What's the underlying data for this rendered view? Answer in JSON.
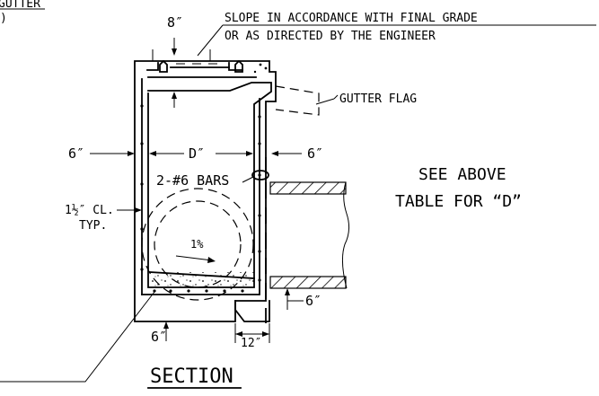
{
  "labels": {
    "top_left_fragment_1": "GUTTER",
    "top_left_fragment_2": ")",
    "dim_top": "8″",
    "slope_line1": "SLOPE IN ACCORDANCE WITH FINAL GRADE",
    "slope_line2": "OR AS DIRECTED BY THE ENGINEER",
    "gutter_flag": "GUTTER FLAG",
    "dim_left_wall": "6″",
    "dim_d": "D″",
    "dim_right_wall": "6″",
    "bars": "2-#6 BARS",
    "clear_cover_line1": "1½″ CL.",
    "clear_cover_line2": "TYP.",
    "slope_percent": "1%",
    "dim_bottom_left": "6″",
    "dim_bottom_step": "12″",
    "dim_pipe_drop": "6″",
    "note_line1": "SEE ABOVE",
    "note_line2": "TABLE FOR “D”",
    "section_title": "SECTION"
  }
}
